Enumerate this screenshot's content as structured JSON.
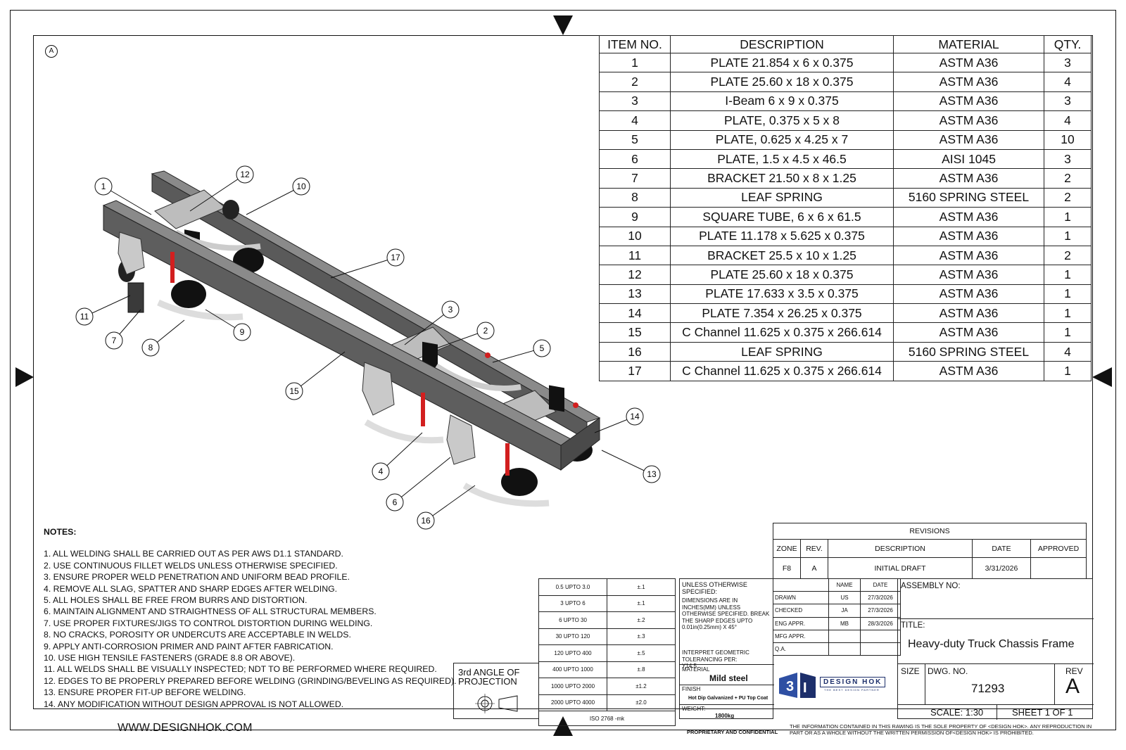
{
  "zone_marker": "A",
  "bom": {
    "headers": [
      "ITEM NO.",
      "DESCRIPTION",
      "MATERIAL",
      "QTY."
    ],
    "rows": [
      [
        "1",
        "PLATE 21.854 x 6 x 0.375",
        "ASTM A36",
        "3"
      ],
      [
        "2",
        "PLATE 25.60 x 18 x 0.375",
        "ASTM A36",
        "4"
      ],
      [
        "3",
        "I-Beam 6 x 9 x 0.375",
        "ASTM A36",
        "3"
      ],
      [
        "4",
        "PLATE, 0.375 x 5 x 8",
        "ASTM A36",
        "4"
      ],
      [
        "5",
        "PLATE, 0.625 x 4.25 x 7",
        "ASTM A36",
        "10"
      ],
      [
        "6",
        "PLATE, 1.5 x 4.5 x 46.5",
        "AISI 1045",
        "3"
      ],
      [
        "7",
        "BRACKET 21.50 x 8 x 1.25",
        "ASTM A36",
        "2"
      ],
      [
        "8",
        "LEAF SPRING",
        "5160 SPRING STEEL",
        "2"
      ],
      [
        "9",
        "SQUARE TUBE, 6 x 6 x 61.5",
        "ASTM A36",
        "1"
      ],
      [
        "10",
        "PLATE 11.178 x 5.625 x 0.375",
        "ASTM A36",
        "1"
      ],
      [
        "11",
        "BRACKET 25.5 x 10 x 1.25",
        "ASTM A36",
        "2"
      ],
      [
        "12",
        "PLATE 25.60 x 18 x 0.375",
        "ASTM A36",
        "1"
      ],
      [
        "13",
        "PLATE 17.633 x 3.5 x 0.375",
        "ASTM A36",
        "1"
      ],
      [
        "14",
        "PLATE 7.354 x 26.25 x 0.375",
        "ASTM A36",
        "1"
      ],
      [
        "15",
        "C Channel 11.625 x 0.375 x 266.614",
        "ASTM A36",
        "1"
      ],
      [
        "16",
        "LEAF SPRING",
        "5160 SPRING STEEL",
        "4"
      ],
      [
        "17",
        "C Channel 11.625 x 0.375 x 266.614",
        "ASTM A36",
        "1"
      ]
    ]
  },
  "balloons": [
    "1",
    "12",
    "10",
    "17",
    "11",
    "7",
    "8",
    "9",
    "3",
    "2",
    "5",
    "15",
    "14",
    "13",
    "4",
    "6",
    "16"
  ],
  "notes": {
    "title": "NOTES:",
    "items": [
      "1. ALL WELDING SHALL BE CARRIED OUT AS PER AWS D1.1 STANDARD.",
      "2. USE CONTINUOUS FILLET WELDS UNLESS OTHERWISE SPECIFIED.",
      "3. ENSURE PROPER WELD PENETRATION AND UNIFORM BEAD PROFILE.",
      "4. REMOVE ALL SLAG, SPATTER AND SHARP EDGES AFTER WELDING.",
      "5. ALL HOLES SHALL BE FREE FROM BURRS AND DISTORTION.",
      "6. MAINTAIN ALIGNMENT AND STRAIGHTNESS OF ALL STRUCTURAL MEMBERS.",
      "7. USE PROPER FIXTURES/JIGS TO CONTROL DISTORTION DURING WELDING.",
      "8. NO CRACKS, POROSITY OR UNDERCUTS ARE ACCEPTABLE IN WELDS.",
      "9. APPLY ANTI-CORROSION PRIMER AND PAINT AFTER FABRICATION.",
      "10. USE HIGH TENSILE FASTENERS (GRADE 8.8 OR ABOVE).",
      "11. ALL WELDS SHALL BE VISUALLY INSPECTED; NDT TO BE PERFORMED WHERE REQUIRED.",
      "12. EDGES TO BE PROPERLY PREPARED BEFORE WELDING (GRINDING/BEVELING AS REQUIRED).",
      "13. ENSURE PROPER FIT-UP BEFORE WELDING.",
      "14. ANY MODIFICATION WITHOUT DESIGN APPROVAL IS NOT ALLOWED."
    ]
  },
  "website": "WWW.DESIGNHOK.COM",
  "revisions": {
    "title": "REVISIONS",
    "headers": [
      "ZONE",
      "REV.",
      "DESCRIPTION",
      "DATE",
      "APPROVED"
    ],
    "row": [
      "F8",
      "A",
      "INITIAL DRAFT",
      "3/31/2026",
      ""
    ]
  },
  "tolerance": {
    "rows": [
      [
        "0.5 UPTO 3.0",
        "±.1"
      ],
      [
        "3 UPTO 6",
        "±.1"
      ],
      [
        "6 UPTO 30",
        "±.2"
      ],
      [
        "30 UPTO 120",
        "±.3"
      ],
      [
        "120 UPTO 400",
        "±.5"
      ],
      [
        "400 UPTO 1000",
        "±.8"
      ],
      [
        "1000 UPTO 2000",
        "±1.2"
      ],
      [
        "2000 UPTO 4000",
        "±2.0"
      ]
    ],
    "standard": "ISO 2768 -mk"
  },
  "projection": {
    "line1": "3rd ANGLE OF",
    "line2": "PROJECTION"
  },
  "spec": {
    "unless": "UNLESS OTHERWISE SPECIFIED:",
    "dims": "DIMENSIONS ARE IN INCHES(MM) UNLESS OTHERWISE SPECIFIED. BREAK THE SHARP EDGES UPTO 0.01in(0.25mm) X 45°",
    "geom": "INTERPRET GEOMETRIC TOLERANCING PER: Y14.5",
    "material_label": "MATERIAL",
    "material": "Mild steel",
    "finish_label": "FINISH",
    "finish": "Hot Dip Galvanized + PU Top Coat",
    "weight_label": "WEIGHT:",
    "weight": "1800kg"
  },
  "approvals": {
    "headers": [
      "",
      "NAME",
      "DATE"
    ],
    "rows": [
      [
        "DRAWN",
        "US",
        "27/3/2026"
      ],
      [
        "CHECKED",
        "JA",
        "27/3/2026"
      ],
      [
        "ENG APPR.",
        "MB",
        "28/3/2026"
      ],
      [
        "MFG APPR.",
        "",
        ""
      ],
      [
        "Q.A.",
        "",
        ""
      ]
    ]
  },
  "assembly_label": "ASSEMBLY NO:",
  "title_label": "TITLE:",
  "title": "Heavy-duty Truck Chassis Frame",
  "company": {
    "name": "DESIGN HOK",
    "tagline": "THE BEST DESIGN PARTNER"
  },
  "size_label": "SIZE",
  "dwg_label": "DWG.  NO.",
  "dwg_no": "71293",
  "rev_label": "REV",
  "rev": "A",
  "scale": "SCALE: 1:30",
  "sheet": "SHEET 1 OF 1",
  "proprietary": "PROPRIETARY AND CONFIDENTIAL",
  "disclaimer": "THE INFORMATION CONTAINED IN THIS RAWING IS THE SOLE PROPERTY OF <DESIGN HOK>.  ANY REPRODUCTION IN PART OR AS A WHOLE WITHOUT THE WRITTEN PERMISSION OF<DESIGN HOK> IS PROHIBITED.",
  "colors": {
    "frame": "#6b6b6b",
    "frame_dark": "#3a3a3a",
    "bracket": "#c9c9c9",
    "spring": "#d9d9d9",
    "red": "#d21f1f"
  }
}
